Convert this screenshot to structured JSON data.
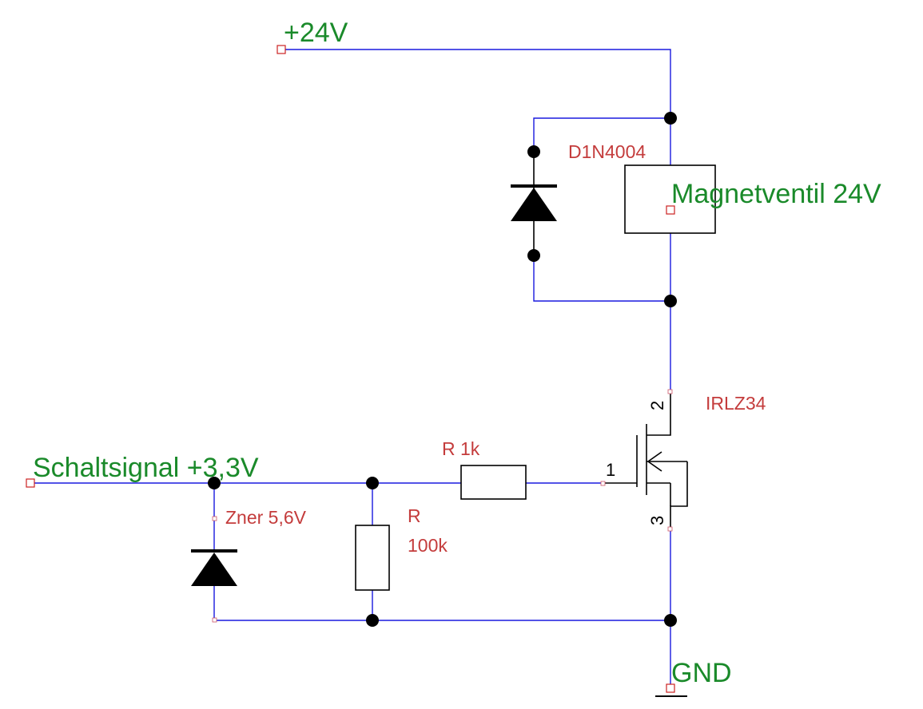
{
  "colors": {
    "wire": "#1a1adf",
    "net_label": "#1a8a2a",
    "component_label": "#c43c3c",
    "component_outline": "#000000"
  },
  "nets": {
    "supply": "+24V",
    "signal": "Schaltsignal +3,3V",
    "ground": "GND"
  },
  "components": {
    "flyback_diode": "D1N4004",
    "valve": "Magnetventil 24V",
    "mosfet": "IRLZ34",
    "gate_resistor": "R 1k",
    "pulldown_resistor_name": "R",
    "pulldown_resistor_value": "100k",
    "zener": "Zner 5,6V"
  },
  "mosfet_pins": {
    "gate": "1",
    "drain": "2",
    "source": "3"
  }
}
